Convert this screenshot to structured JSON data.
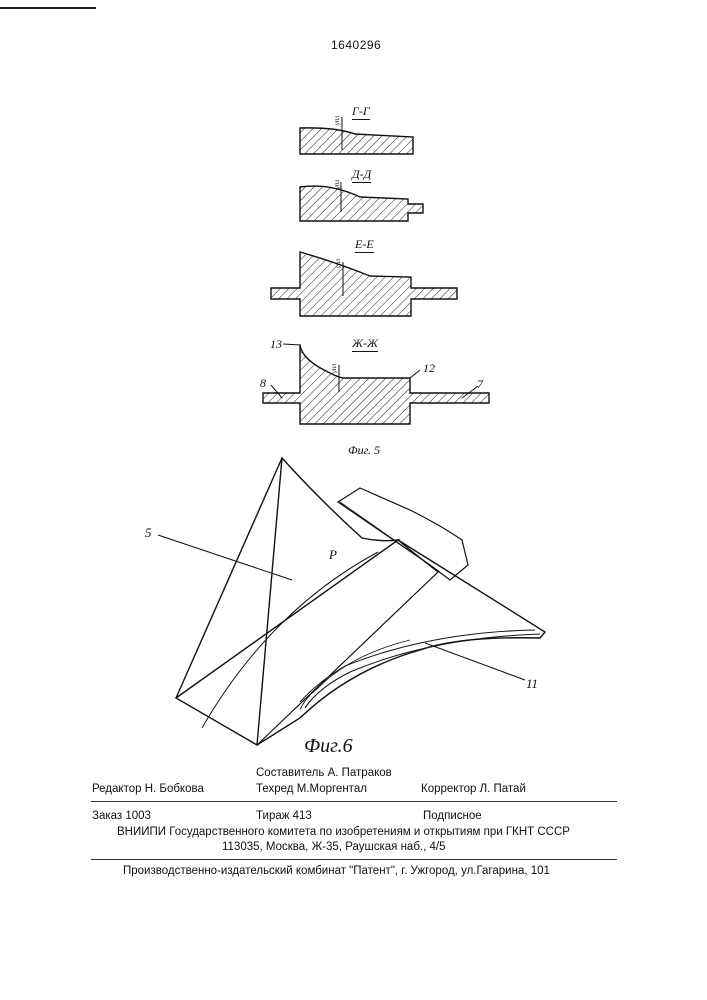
{
  "header": {
    "patent_number": "1640296"
  },
  "figure5": {
    "sections": [
      "Г-Г",
      "Д-Д",
      "Е-Е",
      "Ж-Ж"
    ],
    "angle_label": "γпл",
    "callouts": [
      "13",
      "8",
      "12",
      "7"
    ],
    "caption": "Фиг. 5"
  },
  "figure6": {
    "callouts": [
      "5",
      "P",
      "11"
    ],
    "caption": "Фиг.6"
  },
  "imprint": {
    "compiler": "Составитель  А. Патраков",
    "editor": "Редактор  Н. Бобкова",
    "techred": "Техред М.Моргентал",
    "corrector": "Корректор  Л. Патай",
    "order": "Заказ  1003",
    "circulation": "Тираж  413",
    "subscription": "Подписное",
    "org_line": "ВНИИПИ Государственного комитета по изобретениям и открытиям при ГКНТ СССР",
    "address": "113035, Москва, Ж-35, Раушская наб., 4/5",
    "publisher": "Производственно-издательский комбинат \"Патент\", г. Ужгород, ул.Гагарина, 101"
  }
}
